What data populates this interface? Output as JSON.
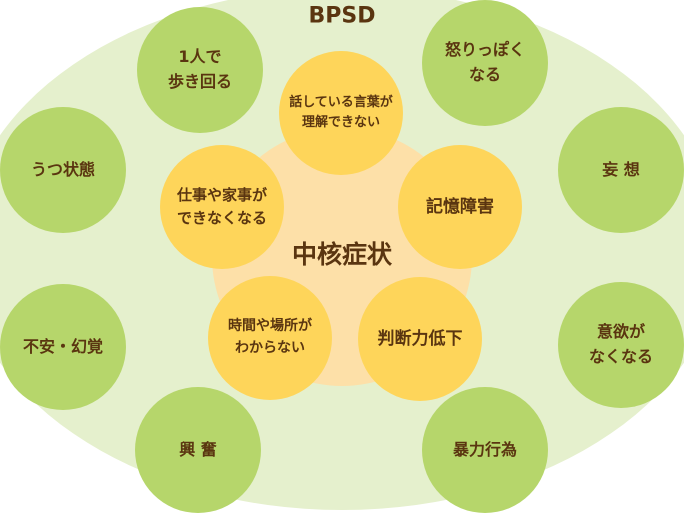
{
  "title": "BPSD",
  "core_label": "中核症状",
  "bpsd_items": [
    "1人で\n歩き回る",
    "怒りっぽく\nなる",
    "うつ状態",
    "妄 想",
    "不安・幻覚",
    "意欲が\nなくなる",
    "興 奮",
    "暴力行為"
  ],
  "core_items": [
    "話している言葉が\n理解できない",
    "記憶障害",
    "仕事や家事が\nできなくなる",
    "時間や場所が\nわからない",
    "判断力低下"
  ],
  "colors": {
    "bpsd": "#b6d66b",
    "core": "#fed55a",
    "background": "#e5f0cd",
    "core_area": "#fde0a8",
    "text": "#5a3510"
  }
}
